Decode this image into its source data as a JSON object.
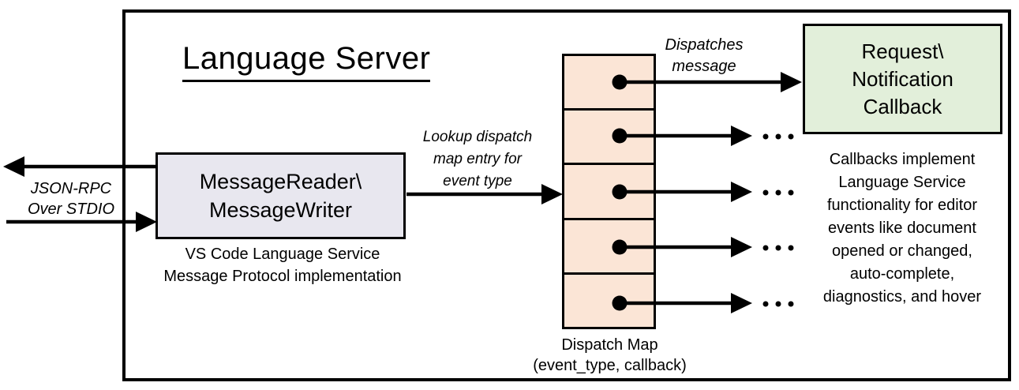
{
  "diagram": {
    "title": "Language Server",
    "io_label": [
      "JSON-RPC",
      "Over STDIO"
    ],
    "message_box": {
      "lines": [
        "MessageReader\\",
        "MessageWriter"
      ],
      "caption": [
        "VS Code Language Service",
        "Message Protocol implementation"
      ]
    },
    "lookup_label": [
      "Lookup dispatch",
      "map entry for",
      "event type"
    ],
    "dispatch_map": {
      "label": [
        "Dispatch Map",
        "(event_type, callback)"
      ],
      "cell_count": 5
    },
    "dispatches_label": [
      "Dispatches",
      "message"
    ],
    "callback_box": {
      "lines": [
        "Request\\",
        "Notification",
        "Callback"
      ],
      "caption": [
        "Callbacks implement",
        "Language Service",
        "functionality for editor",
        "events like document",
        "opened or changed,",
        "auto-complete,",
        "diagnostics, and hover"
      ]
    },
    "colors": {
      "message_box_fill": "#e8e7ef",
      "dispatch_map_fill": "#fbe5d6",
      "callback_box_fill": "#e2efda",
      "stroke": "#000000"
    }
  }
}
